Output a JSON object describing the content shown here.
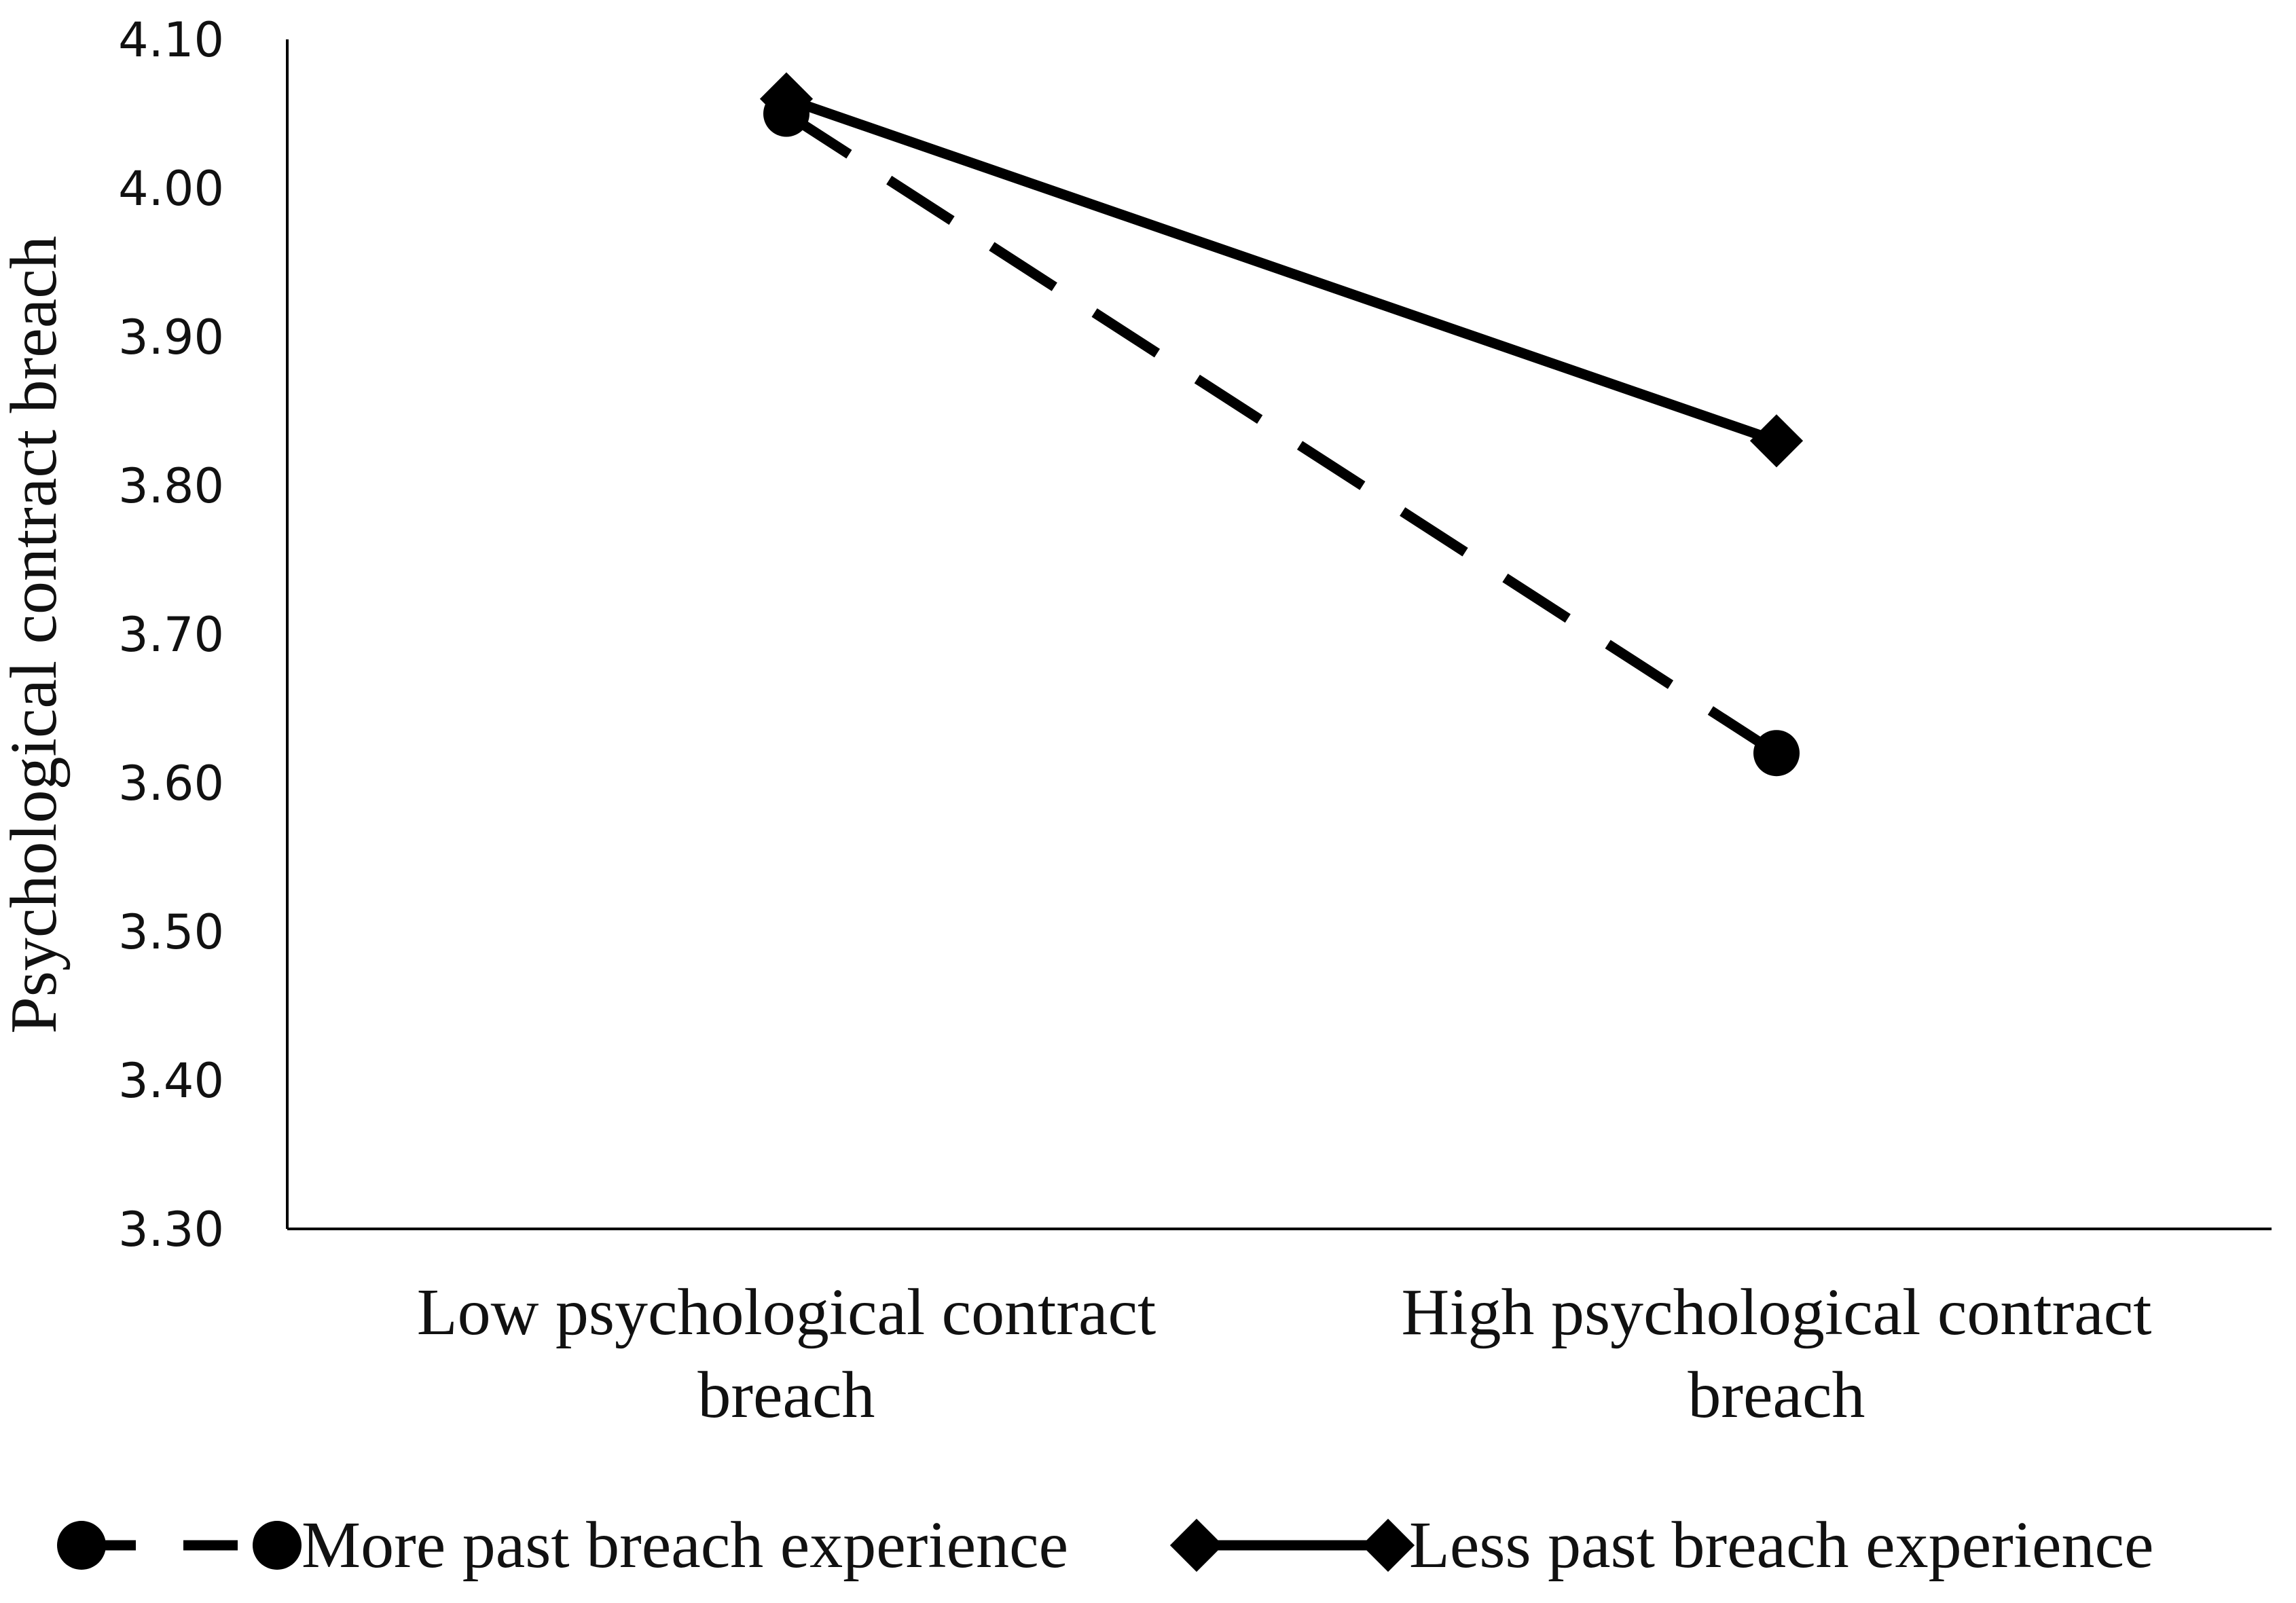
{
  "chart_data": {
    "type": "line",
    "ylabel": "Psychological contract breach",
    "xlabel": "",
    "ylim": [
      3.3,
      4.1
    ],
    "yticks": [
      "3.30",
      "3.40",
      "3.50",
      "3.60",
      "3.70",
      "3.80",
      "3.90",
      "4.00",
      "4.10"
    ],
    "categories": [
      [
        "Low psychological contract",
        "breach"
      ],
      [
        "High psychological contract",
        "breach"
      ]
    ],
    "grid": false,
    "legend_position": "bottom",
    "series": [
      {
        "name": "More past breach experience",
        "values": [
          4.05,
          3.62
        ],
        "line_style": "dashed",
        "marker": "circle",
        "color": "#000000"
      },
      {
        "name": "Less past breach experience",
        "values": [
          4.06,
          3.83
        ],
        "line_style": "solid",
        "marker": "diamond",
        "color": "#000000"
      }
    ]
  }
}
